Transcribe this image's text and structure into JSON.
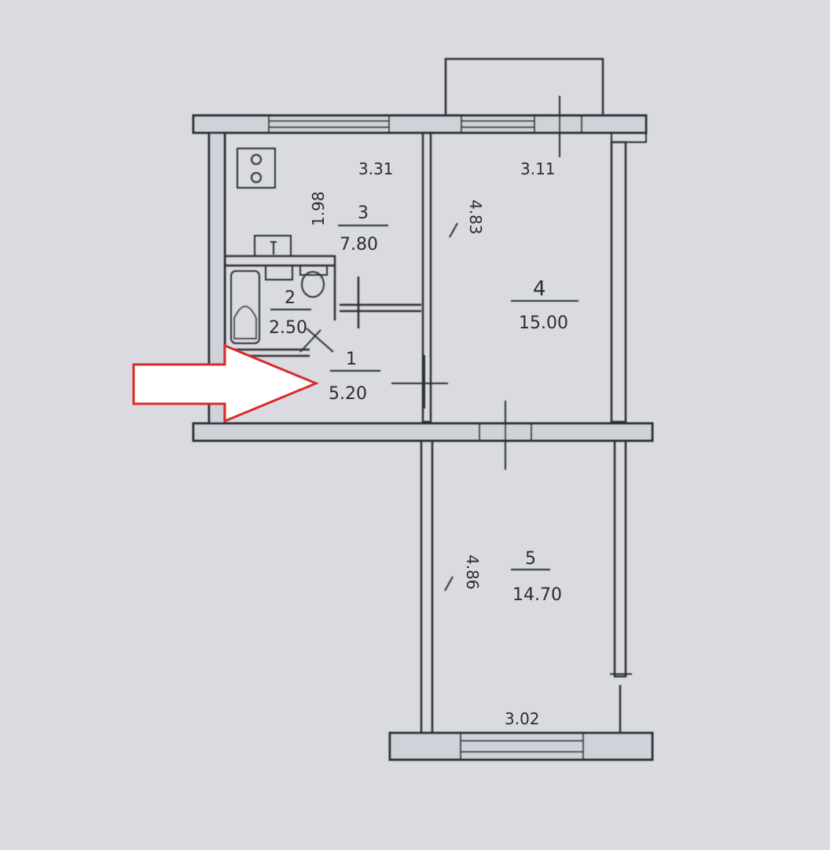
{
  "plan": {
    "colors": {
      "paper": "#d9dbe0",
      "ink": "#2b2d33",
      "wall_fill": "#cfd2d8",
      "arrow_border": "#d92b2b",
      "arrow_fill": "#ffffff"
    },
    "dimensions": {
      "kitchen_width": "3.31",
      "room4_width": "3.11",
      "kitchen_depth": "1.98",
      "room4_depth": "4.83",
      "room5_depth": "4.86",
      "room5_width": "3.02"
    },
    "rooms": [
      {
        "number": "1",
        "area": "5.20"
      },
      {
        "number": "2",
        "area": "2.50"
      },
      {
        "number": "3",
        "area": "7.80"
      },
      {
        "number": "4",
        "area": "15.00"
      },
      {
        "number": "5",
        "area": "14.70"
      }
    ],
    "pointer_icon": "right-arrow-icon"
  }
}
